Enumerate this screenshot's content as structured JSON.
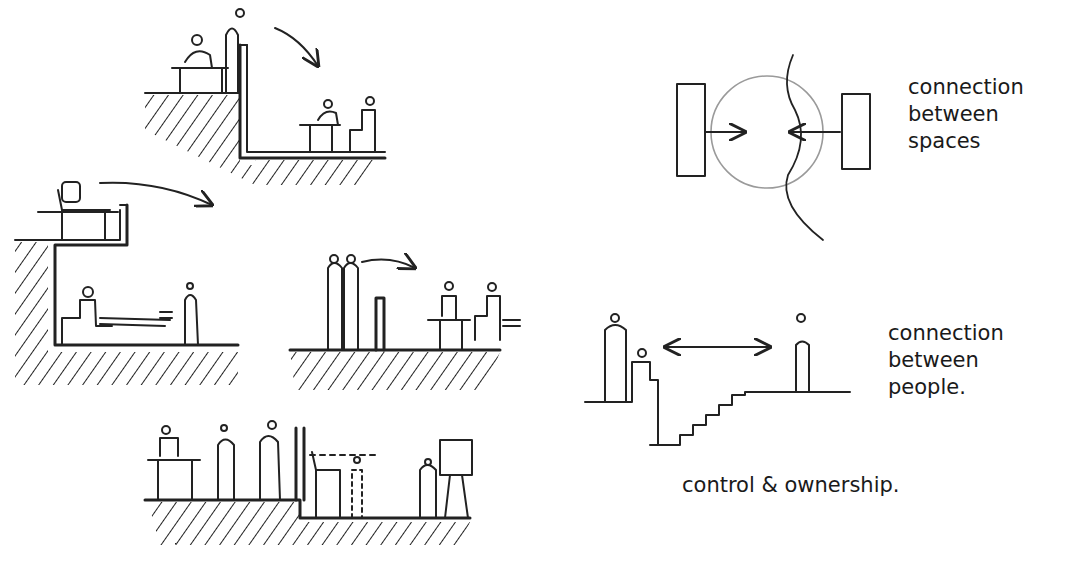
{
  "diagram": {
    "labels": [
      "connection between spaces",
      "connection between people.",
      "control & ownership."
    ]
  }
}
